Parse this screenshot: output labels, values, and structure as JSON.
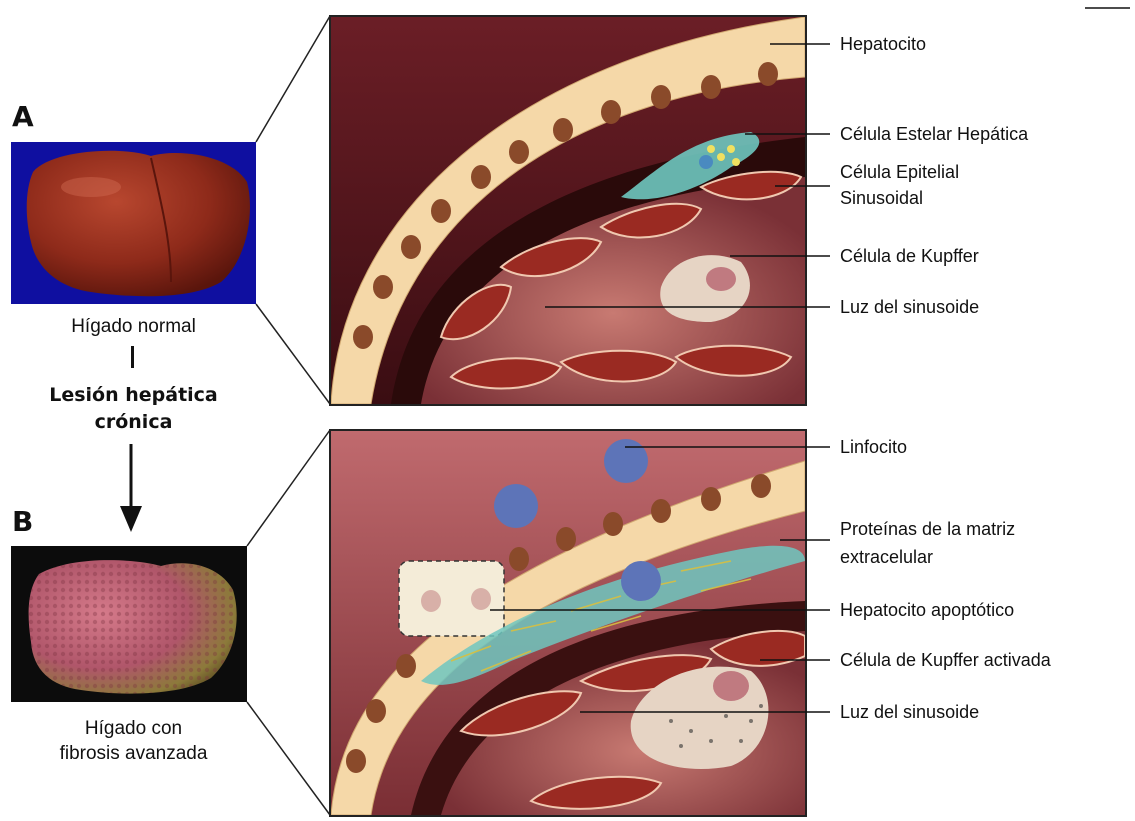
{
  "panel_a": {
    "letter": "A",
    "caption": "Hígado normal",
    "labels": [
      "Hepatocito",
      "Célula Estelar Hepática",
      "Célula Epitelial",
      "Sinusoidal",
      "Célula de Kupffer",
      "Luz del sinusoide"
    ]
  },
  "transition": {
    "line1": "Lesión hepática",
    "line2": "crónica"
  },
  "panel_b": {
    "letter": "B",
    "caption_line1": "Hígado con",
    "caption_line2": "fibrosis avanzada",
    "labels": [
      "Linfocito",
      "Proteínas de la matriz",
      "extracelular",
      "Hepatocito apoptótico",
      "Célula de Kupffer activada",
      "Luz del sinusoide"
    ]
  },
  "colors": {
    "liver_normal": "#8e2a1a",
    "liver_fibrotic": "#b0566a",
    "photo_bg_a": "#0f0fa0",
    "photo_bg_b": "#0c0c0c",
    "hepatocyte": "#f5d8a8",
    "stellate": "#6ec7bf",
    "lymphocyte": "#5d74b8",
    "kupffer": "#e6d4c4"
  }
}
